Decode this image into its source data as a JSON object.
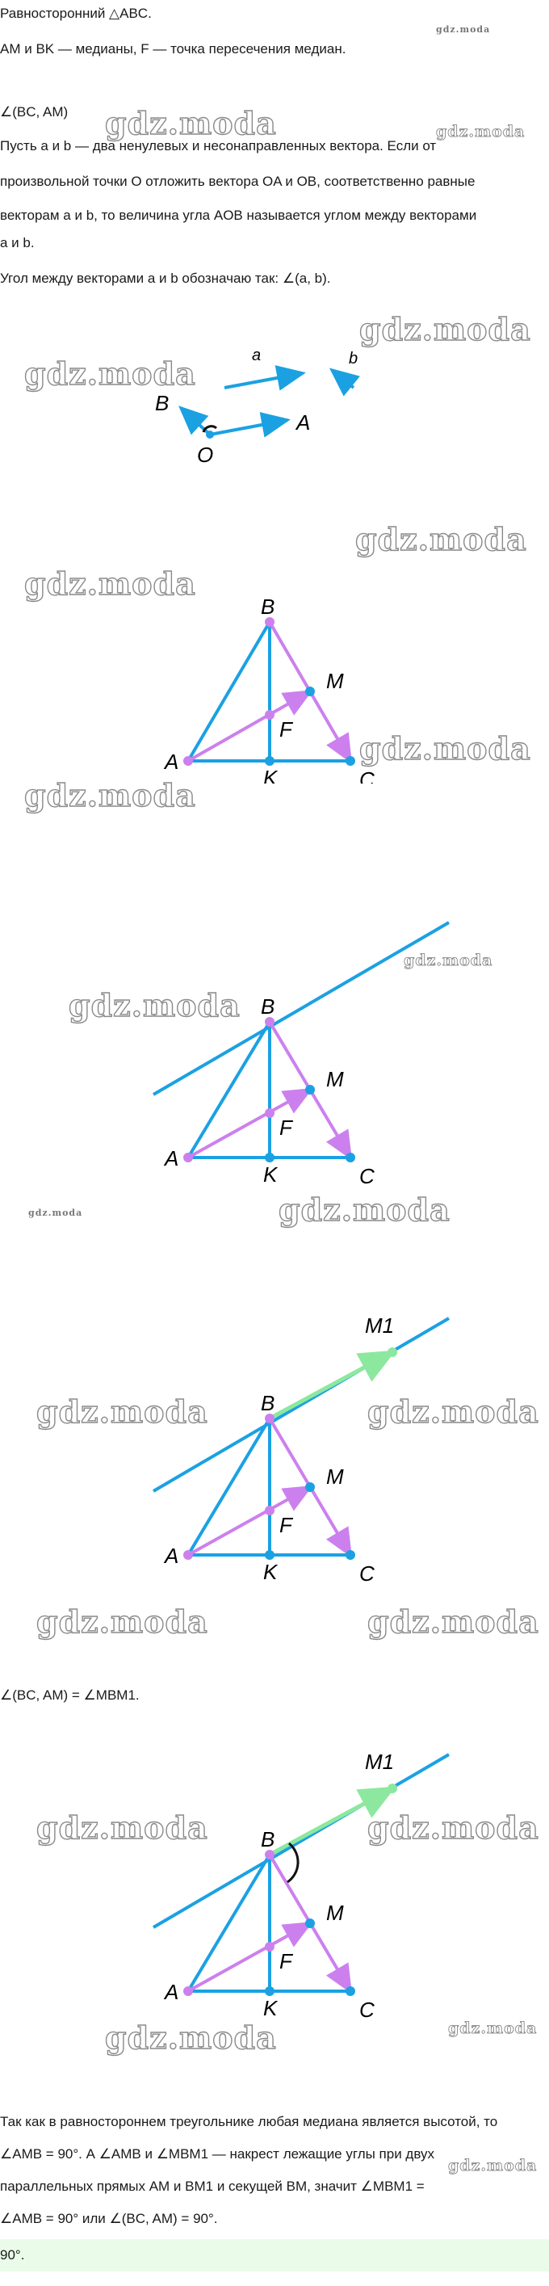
{
  "given": {
    "line1": "Равносторонний △ABC.",
    "line2": "AM и BK — медианы, F — точка пересечения медиан."
  },
  "find": "∠(BC, AM)",
  "definition": {
    "line1": "Пусть a и b — два ненулевых и несонаправленных вектора. Если от",
    "line2": "произвольной точки O отложить вектора OA и OB, соответственно равные",
    "line3": "векторам a и b, то величина угла AOB называется углом между векторами",
    "line4": "a и b."
  },
  "notation": "Угол между векторами a и b обозначаю так: ∠(a, b).",
  "figure1_labels": {
    "a": "a",
    "b": "b",
    "A": "A",
    "B": "B",
    "O": "O"
  },
  "triangle_labels": {
    "A": "A",
    "B": "B",
    "C": "C",
    "K": "K",
    "M": "M",
    "F": "F",
    "M1": "M1"
  },
  "equation": "∠(BC, AM) = ∠MBM1.",
  "conclusion": {
    "line1": "Так как в равностороннем треугольнике любая медиана является высотой, то",
    "line2": "∠AMB = 90°. А ∠AMB и ∠MBM1 — накрест лежащие углы при двух",
    "line3": "параллельных прямых AM и BM1 и секущей BM, значит ∠MBM1 =",
    "line4": "∠AMB = 90° или ∠(BC, AM) = 90°."
  },
  "answer": "90°.",
  "watermark": "gdz.moda",
  "colors": {
    "blue": "#1ba1e2",
    "violet": "#cc80ee",
    "green": "#8ce89e",
    "text": "#1a1a1a"
  }
}
